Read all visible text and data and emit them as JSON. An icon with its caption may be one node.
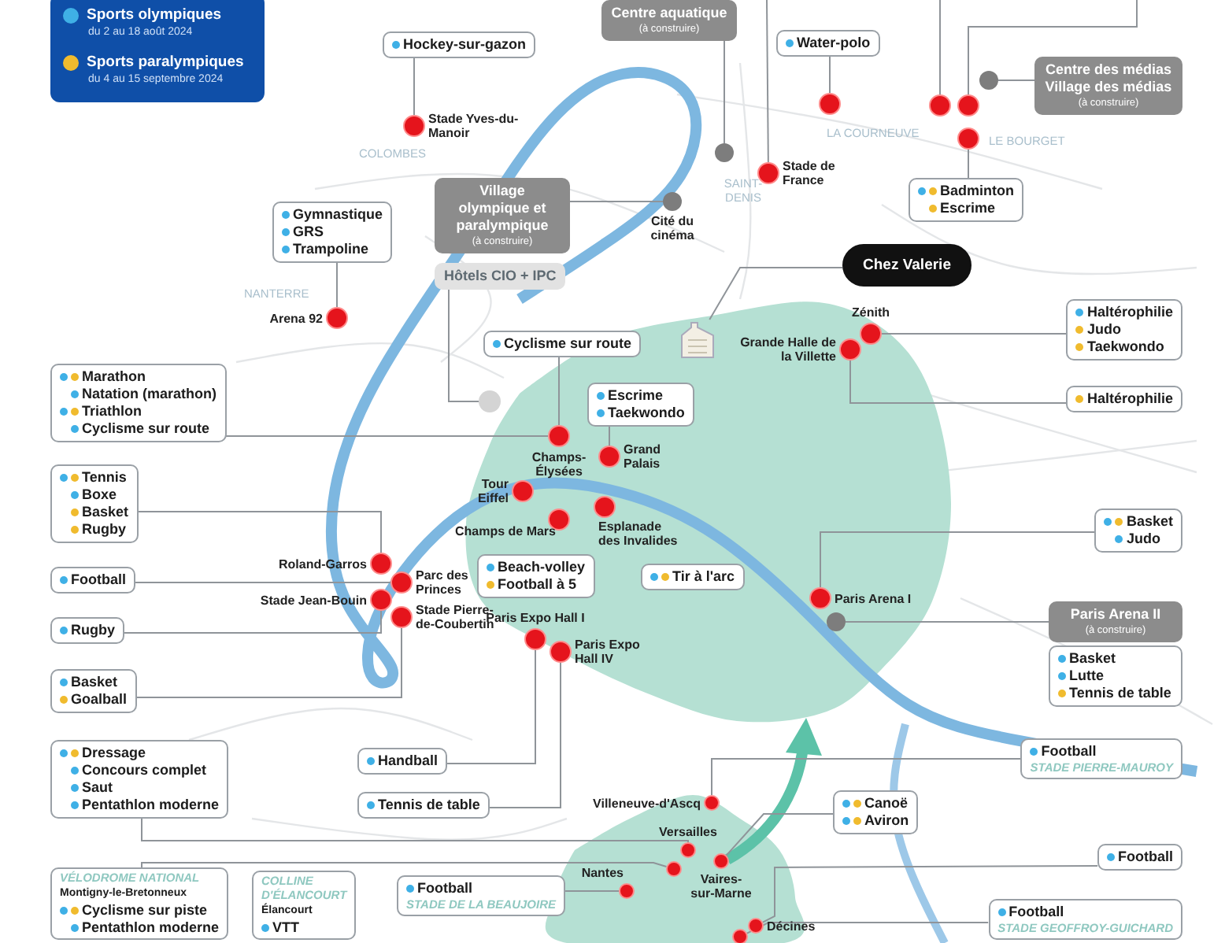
{
  "diagram": {
    "nodes": [
      {
        "text": [
          "Hockey-sur-gazon"
        ]
      },
      {
        "text": [],
        "shape": "circle",
        "beside": [
          "Stade Yves-du-Manoir"
        ]
      },
      {
        "text": [
          "Centre aquatique",
          "(à construire)"
        ]
      },
      {
        "text": [],
        "shape": "circle"
      },
      {
        "text": [],
        "shape": "circle",
        "beside": [
          "Stade de France"
        ]
      },
      {
        "text": [
          "Water-polo"
        ]
      },
      {
        "text": [],
        "shape": "circle"
      },
      {
        "text": [],
        "shape": "circle"
      },
      {
        "text": [],
        "shape": "circle"
      },
      {
        "text": [],
        "shape": "circle"
      },
      {
        "text": [
          "Centre des médias Village des médias",
          "(à construire)"
        ]
      },
      {
        "text": [],
        "shape": "circle"
      },
      {
        "text": [
          "Badminton",
          "Escrime"
        ]
      },
      {
        "text": [],
        "shape": "circle",
        "beside": [
          "Cité du cinéma"
        ]
      },
      {
        "text": [
          "Village olympique et paralympique",
          "(à construire)"
        ]
      },
      {
        "text": [
          "Hôtels CIO + IPC"
        ]
      },
      {
        "text": [],
        "shape": "circle"
      },
      {
        "text": [
          "Gymnastique",
          "GRS",
          "Trampoline"
        ]
      },
      {
        "text": [],
        "shape": "circle",
        "beside": [
          "Arena 92"
        ]
      },
      {
        "text": [
          "Cyclisme sur route"
        ]
      },
      {
        "text": [],
        "shape": "circle",
        "beside": [
          "Champs-Élysées"
        ]
      },
      {
        "text": [
          "Marathon",
          "Natation (marathon)",
          "Triathlon",
          "Cyclisme sur route"
        ]
      },
      {
        "text": [
          "Escrime",
          "Taekwondo"
        ]
      },
      {
        "text": [],
        "shape": "circle",
        "beside": [
          "Grand Palais"
        ]
      },
      {
        "text": [
          "Chez Valerie"
        ]
      },
      {
        "text": [],
        "shape": "picture"
      },
      {
        "text": [],
        "shape": "circle",
        "beside": [
          "Zénith"
        ]
      },
      {
        "text": [],
        "shape": "circle",
        "beside": [
          "Grande Halle de la Villette"
        ]
      },
      {
        "text": [
          "Haltérophilie",
          "Judo",
          "Taekwondo"
        ]
      },
      {
        "text": [
          "Haltérophilie"
        ]
      },
      {
        "text": [
          "Tennis",
          "Boxe",
          "Basket",
          "Rugby"
        ]
      },
      {
        "text": [],
        "shape": "circle",
        "beside": [
          "Roland-Garros"
        ]
      },
      {
        "text": [],
        "shape": "circle",
        "beside": [
          "Tour Eiffel"
        ]
      },
      {
        "text": [],
        "shape": "circle",
        "beside": [
          "Esplanade des Invalides"
        ]
      },
      {
        "text": [],
        "shape": "circle",
        "beside": [
          "Champs de Mars"
        ]
      },
      {
        "text": [
          "Beach-volley",
          "Football à 5"
        ]
      },
      {
        "text": [
          "Football"
        ]
      },
      {
        "text": [],
        "shape": "circle",
        "beside": [
          "Parc des Princes"
        ]
      },
      {
        "text": [],
        "shape": "circle",
        "beside": [
          "Stade Jean-Bouin"
        ]
      },
      {
        "text": [],
        "shape": "circle",
        "beside": [
          "Stade Pierre-de-Coubertin"
        ]
      },
      {
        "text": [
          "Rugby"
        ]
      },
      {
        "text": [
          "Basket",
          "Goalball"
        ]
      },
      {
        "text": [],
        "shape": "circle",
        "beside": [
          "Paris Expo Hall I"
        ]
      },
      {
        "text": [],
        "shape": "circle",
        "beside": [
          "Paris Expo Hall IV"
        ]
      },
      {
        "text": [
          "Handball"
        ]
      },
      {
        "text": [
          "Tennis de table"
        ]
      },
      {
        "text": [
          "Dressage",
          "Concours complet",
          "Saut",
          "Pentathlon moderne"
        ]
      },
      {
        "text": [
          "Tir à l'arc"
        ]
      },
      {
        "text": [
          "Basket",
          "Judo"
        ]
      },
      {
        "text": [],
        "shape": "circle",
        "beside": [
          "Paris Arena I"
        ]
      },
      {
        "text": [],
        "shape": "circle"
      },
      {
        "text": [
          "Paris Arena II",
          "(à construire)"
        ]
      },
      {
        "text": [
          "Basket",
          "Lutte",
          "Tennis de table"
        ]
      },
      {
        "text": [
          "Football",
          "STADE PIERRE-MAUROY"
        ]
      },
      {
        "text": [],
        "shape": "circle",
        "beside": [
          "Villeneuve-d'Ascq"
        ]
      },
      {
        "text": [
          "Canoë",
          "Aviron"
        ]
      },
      {
        "text": [],
        "shape": "circle",
        "beside": [
          "Versailles"
        ]
      },
      {
        "text": [],
        "shape": "circle",
        "beside": [
          "Vaires-sur-Marne"
        ]
      },
      {
        "text": [],
        "shape": "circle",
        "beside": [
          "Nantes"
        ]
      },
      {
        "text": [
          "VÉLODROME NATIONAL",
          "Montigny-le-Bretonneux",
          "Cyclisme sur piste",
          "Pentathlon moderne"
        ]
      },
      {
        "text": [
          "COLLINE D'ÉLANCOURT",
          "Élancourt",
          "VTT"
        ]
      },
      {
        "text": [
          "Football",
          "STADE DE LA BEAUJOIRE"
        ]
      },
      {
        "text": [
          "Football"
        ]
      },
      {
        "text": [
          "Football",
          "STADE GEOFFROY-GUICHARD"
        ]
      },
      {
        "text": [],
        "shape": "circle",
        "beside": [
          "Décines"
        ]
      },
      {
        "text": [],
        "shape": "circle"
      },
      {
        "text": [],
        "shape": "circle"
      }
    ],
    "edges": [
      {
        "from": 0,
        "to": 1,
        "arrow": "none"
      },
      {
        "from": 2,
        "to": 3,
        "arrow": "none"
      },
      {
        "from": null,
        "to": 4,
        "arrow": "none"
      },
      {
        "from": 5,
        "to": 6,
        "arrow": "none"
      },
      {
        "from": null,
        "to": 7,
        "arrow": "none"
      },
      {
        "from": null,
        "to": 8,
        "arrow": "none"
      },
      {
        "from": 10,
        "to": 9,
        "arrow": "none"
      },
      {
        "from": 12,
        "to": 11,
        "arrow": "none"
      },
      {
        "from": 14,
        "to": 13,
        "arrow": "none"
      },
      {
        "from": 15,
        "to": 16,
        "arrow": "none"
      },
      {
        "from": 17,
        "to": 18,
        "arrow": "none"
      },
      {
        "from": 19,
        "to": 20,
        "arrow": "none"
      },
      {
        "from": 21,
        "to": 20,
        "arrow": "none"
      },
      {
        "from": 22,
        "to": 23,
        "arrow": "none"
      },
      {
        "from": 24,
        "to": 25,
        "arrow": "none"
      },
      {
        "from": 28,
        "to": 26,
        "arrow": "none"
      },
      {
        "from": 29,
        "to": 27,
        "arrow": "none"
      },
      {
        "from": 30,
        "to": 31,
        "arrow": "none"
      },
      {
        "from": 36,
        "to": 37,
        "arrow": "none"
      },
      {
        "from": 40,
        "to": 38,
        "arrow": "none"
      },
      {
        "from": 41,
        "to": 39,
        "arrow": "none"
      },
      {
        "from": 44,
        "to": 42,
        "arrow": "none"
      },
      {
        "from": 45,
        "to": 43,
        "arrow": "none"
      },
      {
        "from": 48,
        "to": 49,
        "arrow": "none"
      },
      {
        "from": 51,
        "to": 50,
        "arrow": "none"
      },
      {
        "from": 53,
        "to": 54,
        "arrow": "none"
      },
      {
        "from": 55,
        "to": 57,
        "arrow": "none"
      },
      {
        "from": 46,
        "to": 56,
        "arrow": "none"
      },
      {
        "from": 59,
        "to": 65,
        "arrow": "none"
      },
      {
        "from": 61,
        "to": 58,
        "arrow": "none"
      },
      {
        "from": 62,
        "to": 64,
        "arrow": "none"
      },
      {
        "from": 63,
        "to": 66,
        "arrow": "none"
      }
    ],
    "labels": [
      "du 2 au 18 août 2024",
      "du 4 au 15 septembre 2024",
      "COLOMBES",
      "SAINT-DENIS",
      "LA COURNEUVE",
      "LE BOURGET",
      "NANTERRE"
    ],
    "legend": [
      {
        "text": "Sports olympiques",
        "color": "#3fb0e6"
      },
      {
        "text": "Sports paralympiques",
        "color": "#f0bb2e"
      }
    ]
  }
}
